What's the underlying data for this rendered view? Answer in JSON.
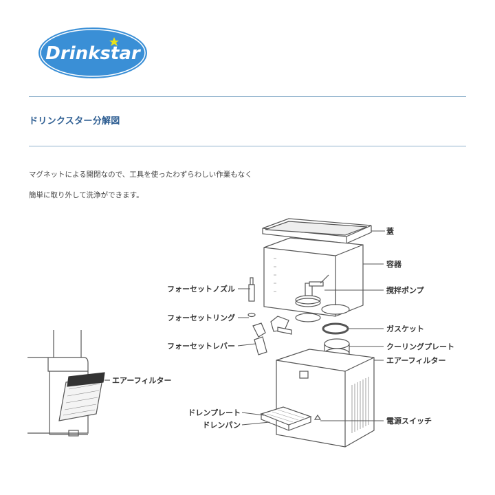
{
  "logo": {
    "text": "Drinkstar",
    "color": "#3a8fd6"
  },
  "heading": "ドリンクスター分解図",
  "description": [
    "マグネットによる開閉なので、工具を使ったわずらわしい作業もなく",
    "簡単に取り外して洗浄ができます。"
  ],
  "diagram_labels": {
    "lid": "蓋",
    "container": "容器",
    "stir_pump": "撹拌ポンプ",
    "gasket": "ガスケット",
    "cooling_plate": "クーリングプレート",
    "air_filter_right": "エアーフィルター",
    "faucet_nozzle": "フォーセットノズル",
    "faucet_ring": "フォーセットリング",
    "faucet_lever": "フォーセットレバー",
    "air_filter_left": "エアーフィルター",
    "drain_plate": "ドレンプレート",
    "drain_pan": "ドレンパン",
    "power_switch": "電源スイッチ"
  }
}
